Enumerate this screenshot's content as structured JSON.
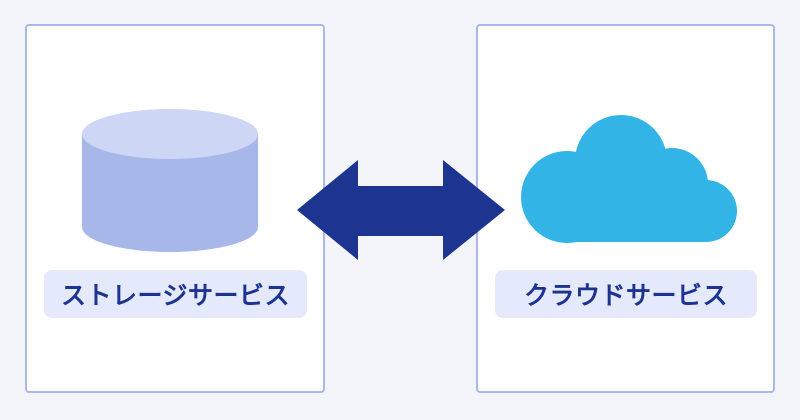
{
  "diagram": {
    "left_node": {
      "label": "ストレージサービス",
      "icon": "database-cylinder-icon",
      "colors": {
        "top": "#cdd6f4",
        "body": "#a8b7ea"
      }
    },
    "right_node": {
      "label": "クラウドサービス",
      "icon": "cloud-icon",
      "colors": {
        "fill": "#33b4e6"
      }
    },
    "connector": {
      "type": "bidirectional-arrow",
      "color": "#1d3590"
    },
    "colors": {
      "background": "#f3f5fb",
      "panel_border": "#aab7ea",
      "label_bg": "#e4eafb",
      "label_text": "#1d3390"
    }
  }
}
